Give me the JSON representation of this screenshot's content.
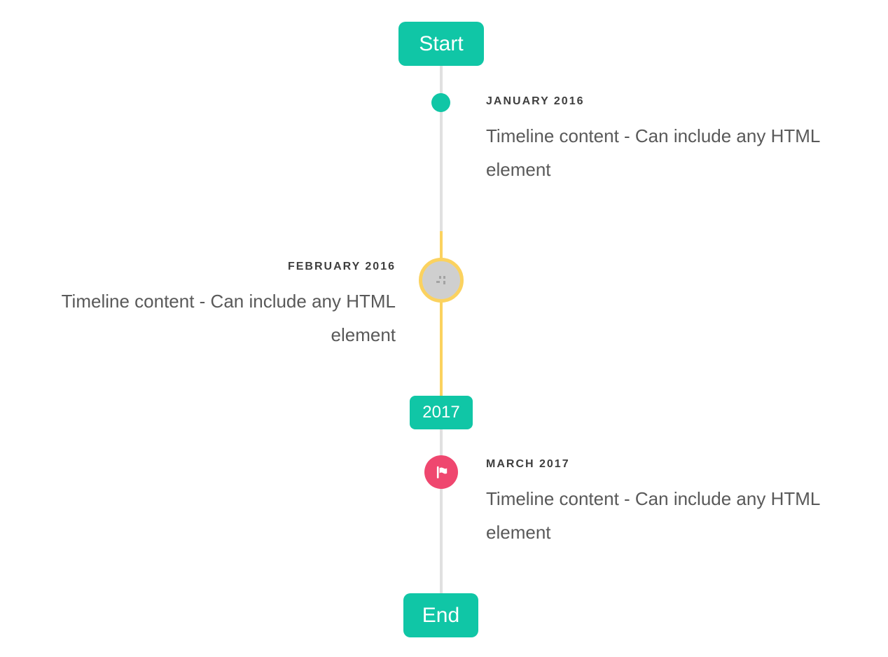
{
  "timeline": {
    "start_label": "Start",
    "end_label": "End",
    "year_badge_label": "2017",
    "entries": [
      {
        "id": "january-2016",
        "title": "JANUARY 2016",
        "content": "Timeline content - Can include any HTML element",
        "side": "right",
        "marker_icon": "teal-dot"
      },
      {
        "id": "february-2016",
        "title": "FEBRUARY 2016",
        "content": "Timeline content - Can include any HTML element",
        "side": "left",
        "marker_icon": "broken-image-placeholder",
        "highlighted": true
      },
      {
        "id": "march-2017",
        "title": "MARCH 2017",
        "content": "Timeline content - Can include any HTML element",
        "side": "right",
        "marker_icon": "flag-icon"
      }
    ],
    "colors": {
      "accent_teal": "#10c6a6",
      "highlight_yellow": "#fbd25f",
      "flag_pink": "#ef476f",
      "line_gray": "#e0e0e0",
      "marker_gray": "#cfcfcf",
      "title_text": "#3e3e3e",
      "content_text": "#595959",
      "badge_text": "#ffffff"
    }
  }
}
